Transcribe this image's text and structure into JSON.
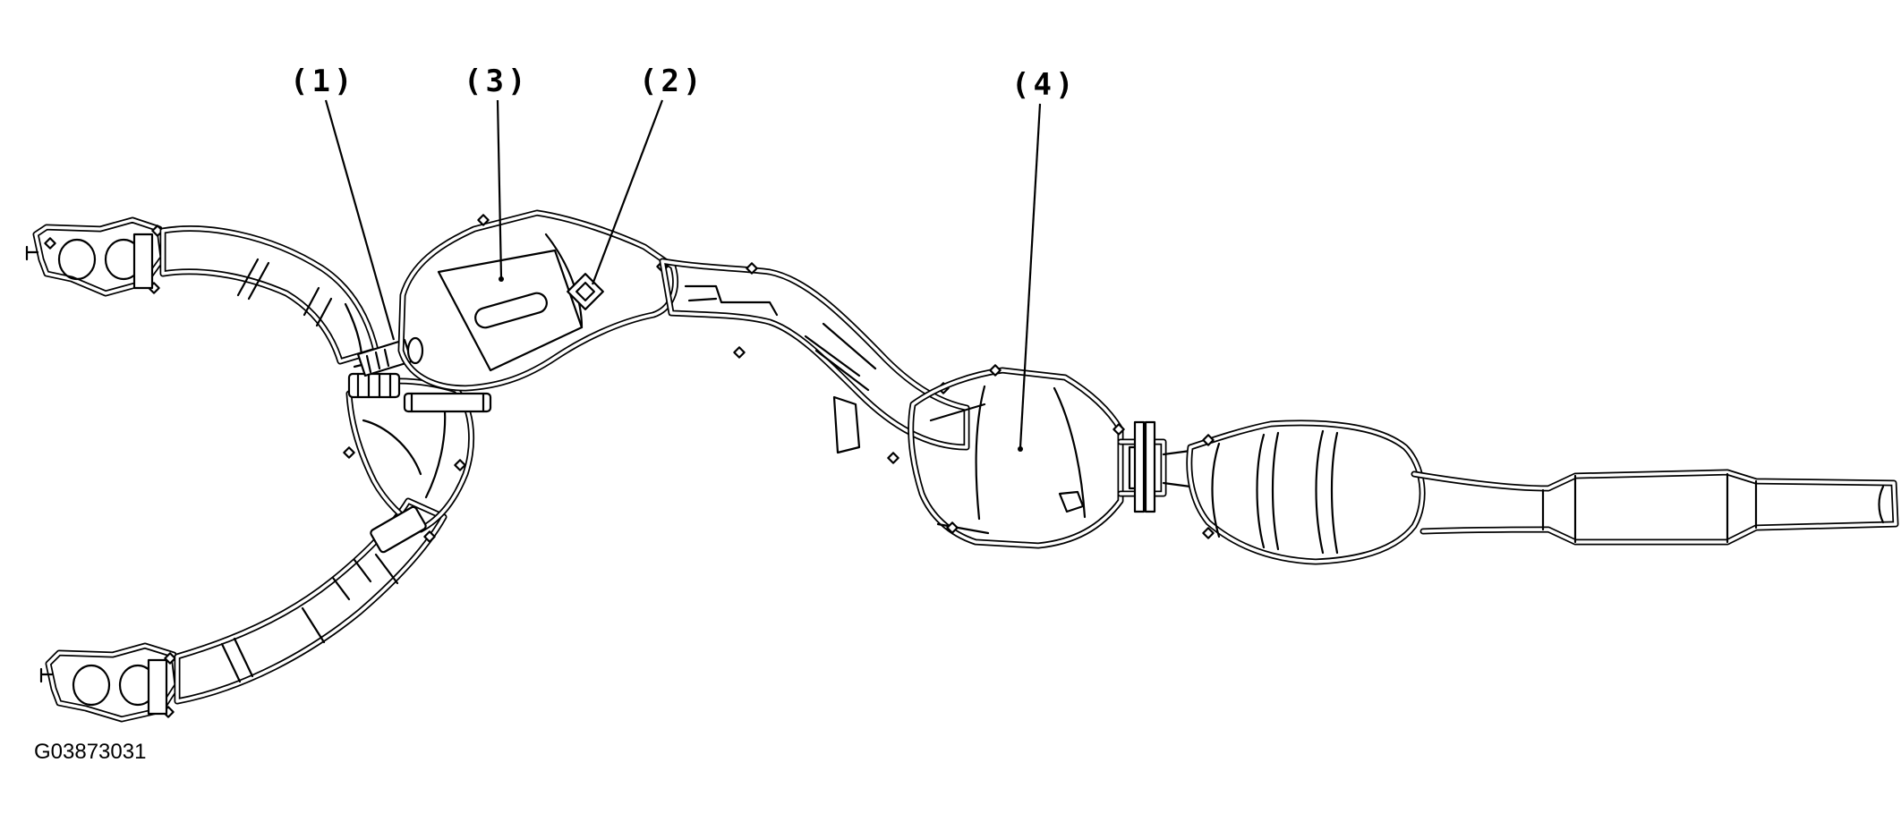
{
  "callouts": [
    {
      "id": "1",
      "text": "(1)"
    },
    {
      "id": "2",
      "text": "(2)"
    },
    {
      "id": "3",
      "text": "(3)"
    },
    {
      "id": "4",
      "text": "(4)"
    }
  ],
  "figure_id": "G03873031"
}
